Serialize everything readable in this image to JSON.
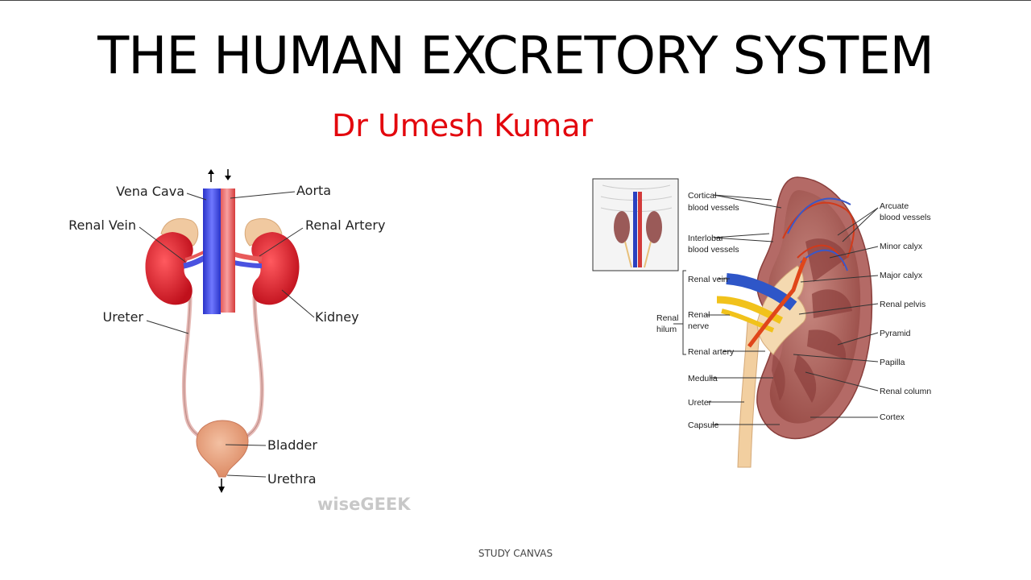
{
  "slide": {
    "title": "THE HUMAN EXCRETORY SYSTEM",
    "author": "Dr Umesh Kumar",
    "footer": "STUDY CANVAS"
  },
  "left_diagram": {
    "labels": {
      "vena_cava": "Vena Cava",
      "aorta": "Aorta",
      "renal_vein": "Renal Vein",
      "renal_artery": "Renal Artery",
      "ureter": "Ureter",
      "kidney": "Kidney",
      "bladder": "Bladder",
      "urethra": "Urethra"
    },
    "watermark": "wiseGEEK"
  },
  "right_diagram": {
    "labels": {
      "cortical_1": "Cortical",
      "cortical_2": "blood vessels",
      "interlobar_1": "Interlobar",
      "interlobar_2": "blood vessels",
      "renal_vein": "Renal vein",
      "renal_hilum_1": "Renal",
      "renal_hilum_2": "hilum",
      "renal_nerve_1": "Renal",
      "renal_nerve_2": "nerve",
      "renal_artery": "Renal artery",
      "medulla": "Medulla",
      "ureter": "Ureter",
      "capsule": "Capsule",
      "arcuate_1": "Arcuate",
      "arcuate_2": "blood vessels",
      "minor_calyx": "Minor calyx",
      "major_calyx": "Major calyx",
      "renal_pelvis": "Renal pelvis",
      "pyramid": "Pyramid",
      "papilla": "Papilla",
      "renal_column": "Renal column",
      "cortex": "Cortex"
    }
  },
  "colors": {
    "title": "#000000",
    "author": "#e3070d",
    "kidney": "#d9232e",
    "vein": "#3a44d8",
    "artery": "#e85a5a",
    "bladder": "#e8a383"
  }
}
